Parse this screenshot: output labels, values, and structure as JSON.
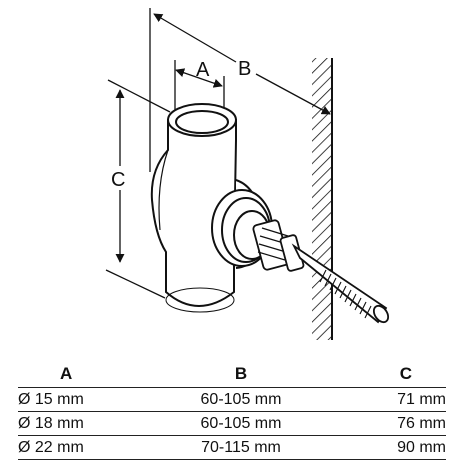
{
  "diagram": {
    "dimension_labels": {
      "a": "A",
      "b": "B",
      "c": "C"
    }
  },
  "table": {
    "headers": [
      "A",
      "B",
      "C"
    ],
    "rows": [
      [
        "Ø 15 mm",
        "60-105 mm",
        "71 mm"
      ],
      [
        "Ø 18 mm",
        "60-105 mm",
        "76 mm"
      ],
      [
        "Ø 22 mm",
        "70-115 mm",
        "90 mm"
      ]
    ]
  }
}
